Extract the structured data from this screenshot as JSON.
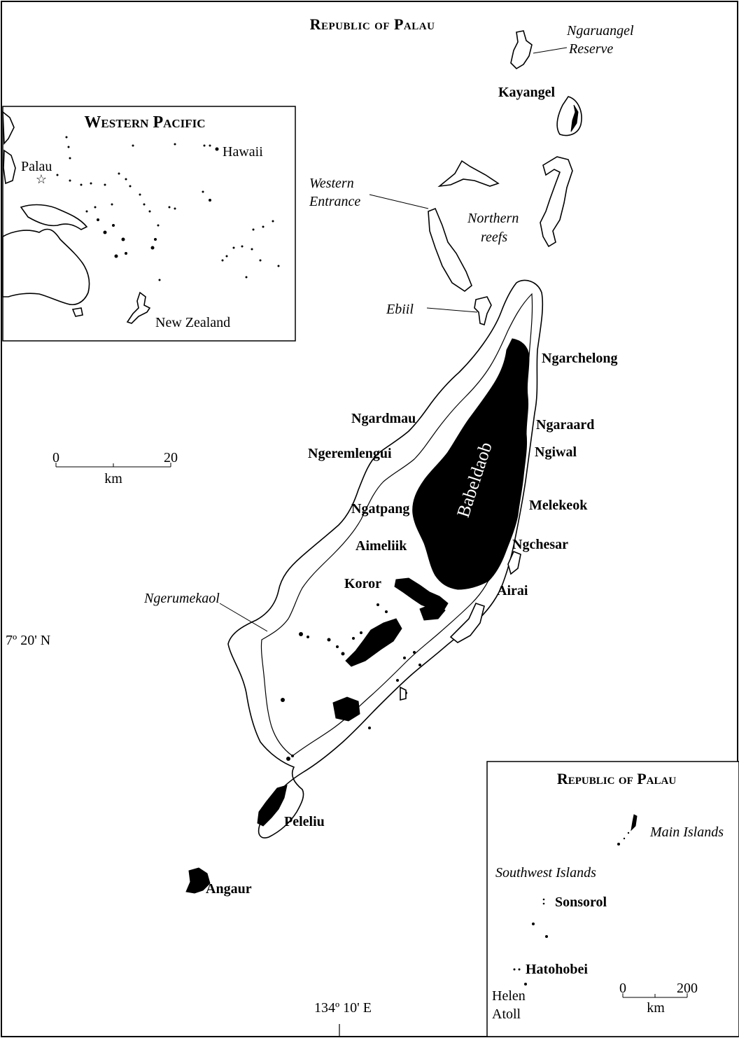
{
  "map": {
    "title": "Republic of Palau",
    "inset_western_pacific": {
      "title": "Western Pacific",
      "labels": {
        "palau": "Palau",
        "hawaii": "Hawaii",
        "new_zealand": "New Zealand"
      }
    },
    "inset_republic": {
      "title": "Republic of Palau",
      "labels": {
        "main_islands": "Main Islands",
        "southwest_islands": "Southwest Islands",
        "sonsorol": "Sonsorol",
        "hatohobei": "Hatohobei",
        "helen_atoll_1": "Helen",
        "helen_atoll_2": "Atoll"
      },
      "scale": {
        "start": "0",
        "end": "200",
        "unit": "km"
      }
    },
    "main_scale": {
      "start": "0",
      "end": "20",
      "unit": "km"
    },
    "coordinates": {
      "latitude": "7º 20' N",
      "longitude": "134º 10' E"
    },
    "places": {
      "ngaruangel_reserve_1": "Ngaruangel",
      "ngaruangel_reserve_2": "Reserve",
      "kayangel": "Kayangel",
      "western_entrance_1": "Western",
      "western_entrance_2": "Entrance",
      "northern_reefs_1": "Northern",
      "northern_reefs_2": "reefs",
      "ebiil": "Ebiil",
      "ngarchelong": "Ngarchelong",
      "ngardmau": "Ngardmau",
      "ngaraard": "Ngaraard",
      "ngeremlengui": "Ngeremlengui",
      "ngiwal": "Ngiwal",
      "babeldaob": "Babeldaob",
      "ngatpang": "Ngatpang",
      "melekeok": "Melekeok",
      "aimeliik": "Aimeliik",
      "ngchesar": "Ngchesar",
      "koror": "Koror",
      "airai": "Airai",
      "ngerumekaol": "Ngerumekaol",
      "peleliu": "Peleliu",
      "angaur": "Angaur"
    }
  }
}
